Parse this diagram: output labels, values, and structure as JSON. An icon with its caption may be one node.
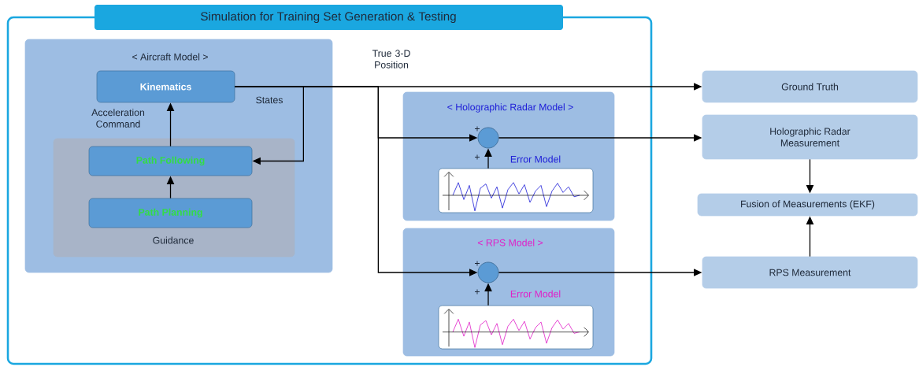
{
  "diagram": {
    "nodes": [
      {
        "text": [
          "Simulation for Training Set Generation & Testing"
        ]
      },
      {
        "text": [
          "< Aircraft Model >"
        ],
        "in": 0
      },
      {
        "text": [
          "Kinematics"
        ],
        "in": 1
      },
      {
        "text": [
          "Guidance"
        ],
        "in": 1
      },
      {
        "text": [
          "Path Following"
        ],
        "in": 3
      },
      {
        "text": [
          "Path Planning"
        ],
        "in": 3
      },
      {
        "text": [
          "< Holographic Radar Model >"
        ],
        "in": 0
      },
      {
        "text": [],
        "shape": "circle",
        "in": 6
      },
      {
        "text": [
          "Error Model"
        ],
        "in": 6
      },
      {
        "text": [
          "< RPS Model >"
        ],
        "in": 0
      },
      {
        "text": [],
        "shape": "circle",
        "in": 9
      },
      {
        "text": [
          "Error Model"
        ],
        "in": 9
      },
      {
        "text": [
          "Ground Truth"
        ]
      },
      {
        "text": [
          "Holographic Radar Measurement"
        ]
      },
      {
        "text": [
          "Fusion of Measurements (EKF)"
        ]
      },
      {
        "text": [
          "RPS Measurement"
        ]
      }
    ],
    "edges": [
      {
        "from": 2,
        "to": 12,
        "arrow": "to",
        "label": "True 3-D Position"
      },
      {
        "from": 2,
        "to": 4,
        "arrow": "to",
        "label": "States"
      },
      {
        "from": 4,
        "to": 2,
        "arrow": "to",
        "label": "Acceleration Command"
      },
      {
        "from": 5,
        "to": 4,
        "arrow": "to"
      },
      {
        "from": 2,
        "to": 7,
        "arrow": "to",
        "label": "+"
      },
      {
        "from": 8,
        "to": 7,
        "arrow": "to",
        "label": "+"
      },
      {
        "from": 7,
        "to": 13,
        "arrow": "to"
      },
      {
        "from": 2,
        "to": 10,
        "arrow": "to",
        "label": "+"
      },
      {
        "from": 11,
        "to": 10,
        "arrow": "to",
        "label": "+"
      },
      {
        "from": 10,
        "to": 15,
        "arrow": "to"
      },
      {
        "from": 13,
        "to": 14,
        "arrow": "to"
      },
      {
        "from": 15,
        "to": 14,
        "arrow": "to"
      }
    ]
  }
}
